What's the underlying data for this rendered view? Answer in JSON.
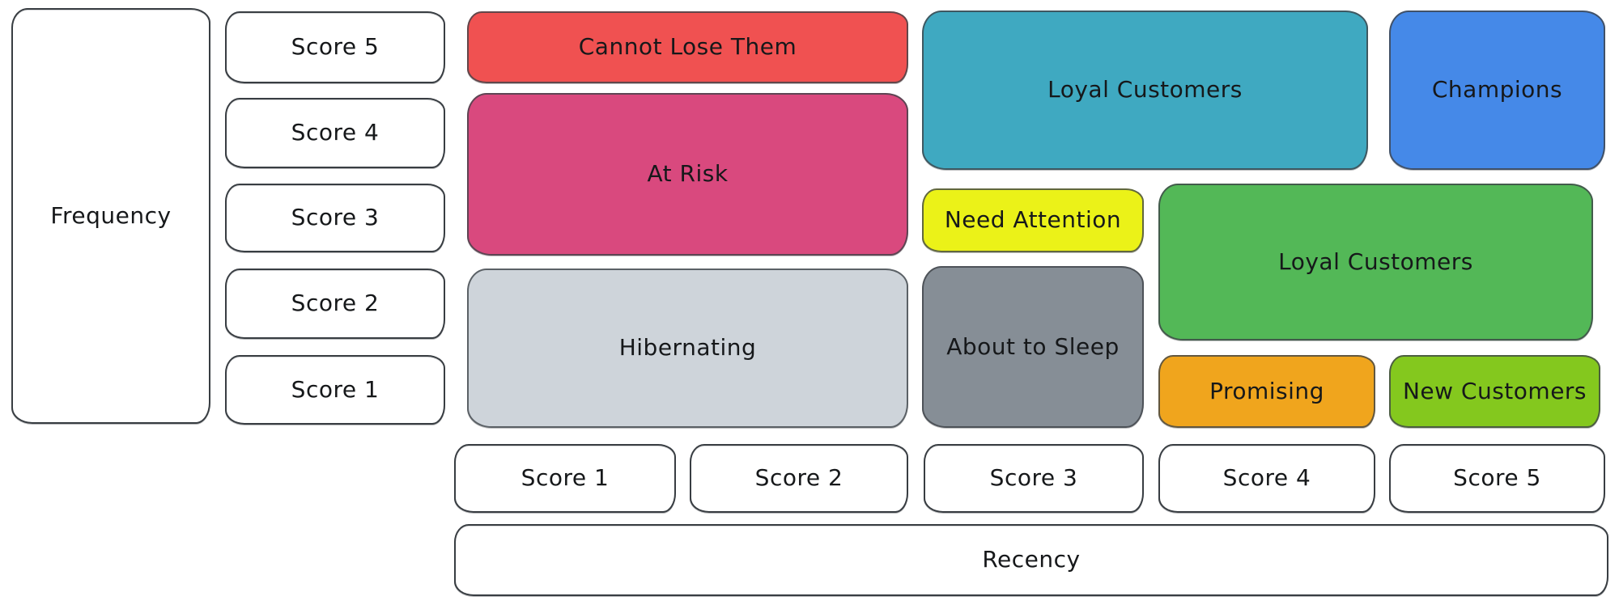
{
  "frequency_axis": {
    "label": "Frequency",
    "scores": [
      "Score 5",
      "Score 4",
      "Score 3",
      "Score 2",
      "Score 1"
    ]
  },
  "recency_axis": {
    "label": "Recency",
    "scores": [
      "Score 1",
      "Score 2",
      "Score 3",
      "Score 4",
      "Score 5"
    ]
  },
  "segments": {
    "cannot_lose_them": {
      "label": "Cannot Lose Them",
      "color": "#f05151"
    },
    "at_risk": {
      "label": "At Risk",
      "color": "#d9497e"
    },
    "hibernating": {
      "label": "Hibernating",
      "color": "#ced4da"
    },
    "loyal_customers_top": {
      "label": "Loyal Customers",
      "color": "#3fa9c1"
    },
    "champions": {
      "label": "Champions",
      "color": "#4589e8"
    },
    "need_attention": {
      "label": "Need Attention",
      "color": "#ebf218"
    },
    "about_to_sleep": {
      "label": "About to Sleep",
      "color": "#868e96"
    },
    "loyal_customers_mid": {
      "label": "Loyal Customers",
      "color": "#53b857"
    },
    "promising": {
      "label": "Promising",
      "color": "#f0a51d"
    },
    "new_customers": {
      "label": "New Customers",
      "color": "#84c81e"
    }
  }
}
